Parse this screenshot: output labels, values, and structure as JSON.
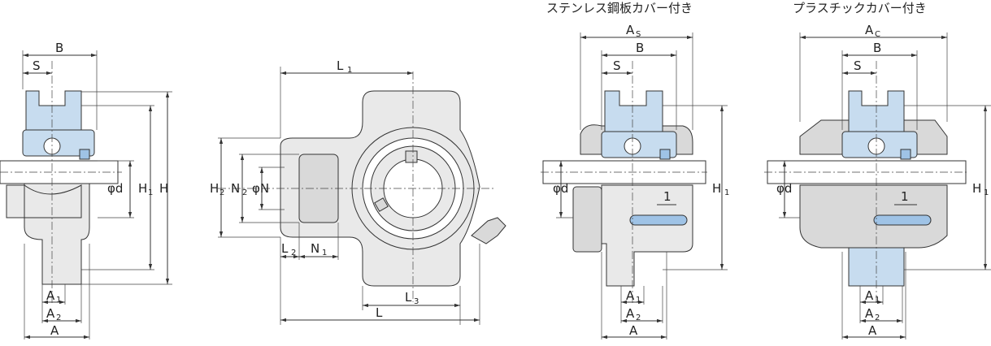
{
  "captions": {
    "stainless": "ステンレス鋼板カバー付き",
    "plastic": "プラスチックカバー付き"
  },
  "view1": {
    "B": "B",
    "S": "S",
    "d": "φd",
    "H1": "H",
    "H1sub": "1",
    "H": "H",
    "A1": "A",
    "A1sub": "1",
    "A2": "A",
    "A2sub": "2",
    "A": "A"
  },
  "view2": {
    "L1": "L",
    "L1sub": "1",
    "L": "L",
    "L3": "L",
    "L3sub": "3",
    "H2": "H",
    "H2sub": "2",
    "N2": "N",
    "N2sub": "2",
    "N": "φN",
    "L2": "L",
    "L2sub": "2",
    "N1": "N",
    "N1sub": "1"
  },
  "view3": {
    "As": "A",
    "Assub": "S",
    "B": "B",
    "S": "S",
    "d": "φd",
    "H1": "H",
    "H1sub": "1",
    "one": "1",
    "A1": "A",
    "A1sub": "1",
    "A2": "A",
    "A2sub": "2",
    "A": "A"
  },
  "view4": {
    "Ac": "A",
    "Acsub": "C",
    "B": "B",
    "S": "S",
    "d": "φd",
    "H1": "H",
    "H1sub": "1",
    "one": "1",
    "A1": "A",
    "A1sub": "1",
    "A2": "A",
    "A2sub": "2",
    "A": "A"
  }
}
